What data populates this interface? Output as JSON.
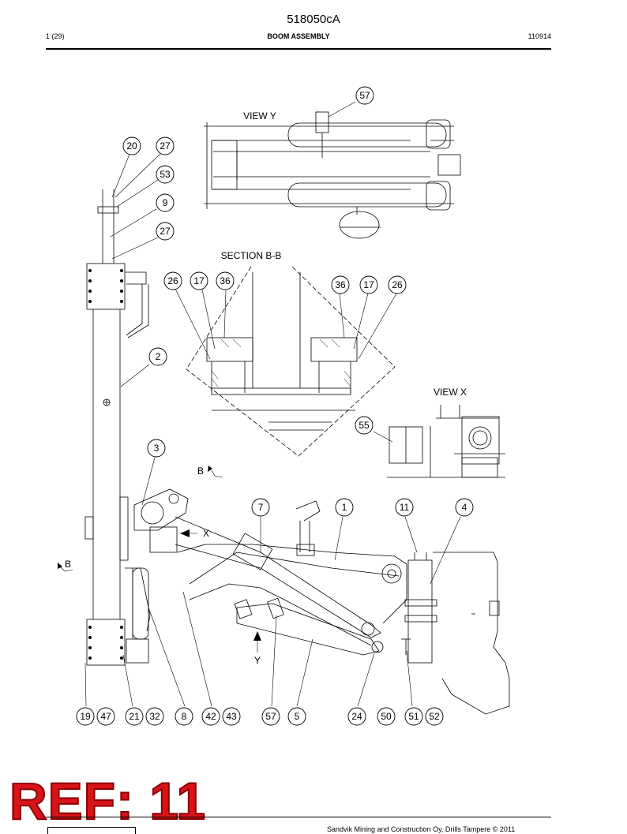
{
  "header": {
    "doc_number": "518050cA",
    "page": "1 (29)",
    "title": "BOOM ASSEMBLY",
    "date_code": "110914"
  },
  "drawing": {
    "view_labels": {
      "view_y": "VIEW Y",
      "section_bb": "SECTION  B-B",
      "view_x": "VIEW X",
      "marker_b_upper": "B",
      "marker_b_left": "B",
      "marker_x": "X",
      "marker_y": "Y"
    },
    "callouts": {
      "c57_top": "57",
      "c20": "20",
      "c27_a": "27",
      "c53": "53",
      "c9": "9",
      "c27_b": "27",
      "c26_l": "26",
      "c17_l": "17",
      "c36_l": "36",
      "c36_r": "36",
      "c17_r": "17",
      "c26_r": "26",
      "c2": "2",
      "c55": "55",
      "c3": "3",
      "c7": "7",
      "c1": "1",
      "c11": "11",
      "c4": "4",
      "c19": "19",
      "c47": "47",
      "c21": "21",
      "c32": "32",
      "c8": "8",
      "c42": "42",
      "c43": "43",
      "c57_b": "57",
      "c5": "5",
      "c24": "24",
      "c50": "50",
      "c51": "51",
      "c52": "52"
    }
  },
  "stamp": {
    "ref": "REF: 11"
  },
  "footer": {
    "copyright": "Sandvik Mining and Construction Oy, Drills Tampere © 2011"
  }
}
